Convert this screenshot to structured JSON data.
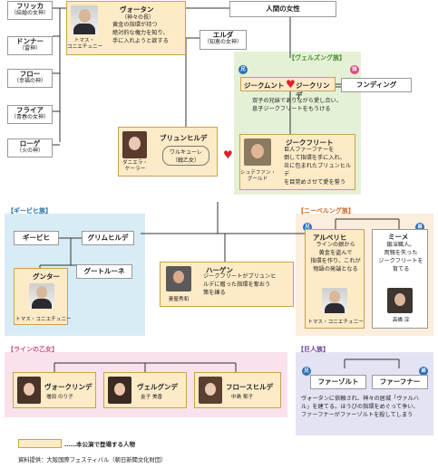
{
  "gods": [
    {
      "name": "フリッカ",
      "sub": "（結婚の女神）"
    },
    {
      "name": "ドンナー",
      "sub": "（雷神）"
    },
    {
      "name": "フロー",
      "sub": "（幸福の神）"
    },
    {
      "name": "フライア",
      "sub": "（青春の女神）"
    },
    {
      "name": "ローゲ",
      "sub": "（火の神）"
    }
  ],
  "wotan": {
    "name": "ヴォータン",
    "sub": "（神々の長）",
    "desc": [
      "黄金の指環が持つ",
      "絶対的な権力を知り、",
      "手に入れようと欲する"
    ],
    "actor": [
      "トマス・",
      "コニエチュニー"
    ]
  },
  "human_woman": "人間の女性",
  "erda": {
    "name": "エルダ",
    "sub": "（知恵の女神）"
  },
  "walsung": {
    "header": "【ヴェルズング族】",
    "siegmund": "ジークムント",
    "sieglinde": "ジークリンデ",
    "hunding": "フンディング",
    "tag_brother": "兄",
    "tag_sister": "妹",
    "desc": [
      "双子の兄妹でありながら愛し合い、",
      "息子ジークフリートをもうける"
    ]
  },
  "brunnhilde": {
    "name": "ブリュンヒルデ",
    "sub": [
      "ワルキューレ",
      "（戦乙女）"
    ],
    "actor": [
      "ダニエラ・",
      "ケーラー"
    ]
  },
  "siegfried": {
    "name": "ジークフリート",
    "desc": [
      "巨人ファーフナーを",
      "倒して指環を手に入れ、",
      "炎に包まれたブリュンヒルデ",
      "を目覚めさせて愛を誓う"
    ],
    "actor": [
      "シュテファン・",
      "グールド"
    ]
  },
  "gibich": {
    "header": "【ギービヒ族】",
    "gibich": "ギービヒ",
    "grimhilde": "グリムヒルデ",
    "gunther": "グンター",
    "gutrune": "グートルーネ",
    "actor": "トマス・コニエチュニー"
  },
  "hagen": {
    "name": "ハーゲン",
    "desc": [
      "ジークフリートがブリュンヒ",
      "ルデに贈った指環を奪おう",
      "策を練る"
    ],
    "actor": "妻屋秀和"
  },
  "nibelung": {
    "header": "【ニーベルング族】",
    "alberich": "アルベリヒ",
    "alberich_desc": [
      "ラインの娘から",
      "黄金を盗んで",
      "指環を作り、これが",
      "物語の発端となる"
    ],
    "alberich_actor": "トマス・コニエチュニー",
    "mime": "ミーメ",
    "mime_desc": [
      "鍛冶職人。",
      "両親を失った",
      "ジークフリートを",
      "育てる"
    ],
    "mime_actor": "高橋 淳",
    "tag_brother": "兄",
    "tag_younger": "弟"
  },
  "rhine": {
    "header": "【ラインの乙女】",
    "members": [
      {
        "name": "ヴォークリンデ",
        "actor": "増田 のり子"
      },
      {
        "name": "ヴェルグンデ",
        "actor": "金子 美香"
      },
      {
        "name": "フロースヒルデ",
        "actor": "中島 郁子"
      }
    ]
  },
  "giants": {
    "header": "【巨人族】",
    "fasolt": "ファーゾルト",
    "fafner": "ファーフナー",
    "tag_brother": "兄",
    "tag_younger": "弟",
    "desc": [
      "ヴォータンに依頼され、神々の居城「ヴァルハ",
      "ル」を建てる。ほうびの指環をめぐって争い、",
      "ファーフナーがファーゾルトを殺してしまう"
    ]
  },
  "legend": "……本公演で登場する人物",
  "source": "資料提供：大阪国際フェスティバル（朝日新聞文化財団）",
  "colors": {
    "highlight": "#fdebc7",
    "green": "#e4f1d6",
    "blue": "#d8ecf5",
    "pink": "#f9e2ed",
    "lavender": "#e3e3f3",
    "red_heart": "#e0202a",
    "tag_blue": "#2f6fb6",
    "tag_pink": "#e2457d",
    "header_green": "#4a8a2a",
    "header_blue": "#1f6fa6",
    "header_orange": "#c9651e",
    "header_pink": "#d0457a",
    "header_purple": "#6a3d94"
  }
}
